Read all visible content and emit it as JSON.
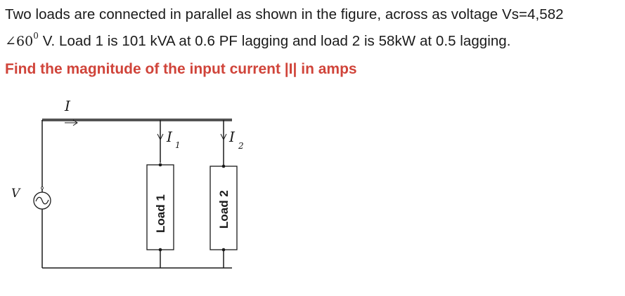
{
  "problem": {
    "line1": "Two loads are connected in parallel as shown in the figure, across as voltage Vs=4,582",
    "angle_symbol": "∠",
    "angle_value": "60",
    "degree_symbol": "0",
    "line2_rest": " V. Load 1 is 101 kVA at 0.6 PF lagging and load 2 is 58kW at 0.5 lagging."
  },
  "question": "Find the magnitude of the input current |I| in amps",
  "circuit": {
    "current_label": "I",
    "source_label": "V",
    "branch1_current": "I",
    "branch1_subscript": "1",
    "branch2_current": "I",
    "branch2_subscript": "2",
    "load1_label": "Load 1",
    "load2_label": "Load 2"
  }
}
